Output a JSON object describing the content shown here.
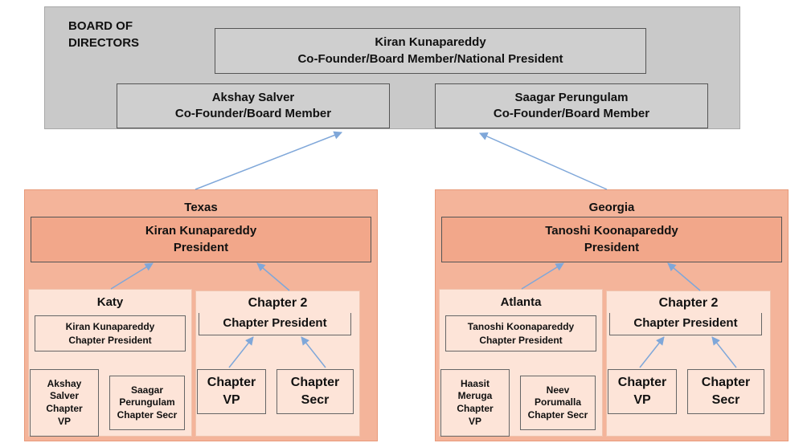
{
  "board": {
    "label_line1": "BOARD OF",
    "label_line2": "DIRECTORS",
    "president": {
      "name": "Kiran Kunapareddy",
      "title": "Co-Founder/Board Member/National President"
    },
    "member_left": {
      "name": "Akshay Salver",
      "title": "Co-Founder/Board Member"
    },
    "member_right": {
      "name": "Saagar Perungulam",
      "title": "Co-Founder/Board Member"
    }
  },
  "texas": {
    "state": "Texas",
    "president": {
      "name": "Kiran Kunapareddy",
      "title": "President"
    },
    "chapter1": {
      "name": "Katy",
      "president": {
        "name": "Kiran Kunapareddy",
        "title": "Chapter President"
      },
      "vp": [
        "Akshay",
        "Salver",
        "Chapter",
        "VP"
      ],
      "secr": [
        "Saagar",
        "Perungulam",
        "Chapter Secr"
      ]
    },
    "chapter2": {
      "name": "Chapter 2",
      "president": "Chapter President",
      "vp": [
        "Chapter",
        "VP"
      ],
      "secr": [
        "Chapter",
        "Secr"
      ]
    }
  },
  "georgia": {
    "state": "Georgia",
    "president": {
      "name": "Tanoshi Koonapareddy",
      "title": "President"
    },
    "chapter1": {
      "name": "Atlanta",
      "president": {
        "name": "Tanoshi Koonapareddy",
        "title": "Chapter President"
      },
      "vp": [
        "Haasit",
        "Meruga",
        "Chapter",
        "VP"
      ],
      "secr": [
        "Neev",
        "Porumalla",
        "Chapter Secr"
      ]
    },
    "chapter2": {
      "name": "Chapter 2",
      "president": "Chapter President",
      "vp": [
        "Chapter",
        "VP"
      ],
      "secr": [
        "Chapter",
        "Secr"
      ]
    }
  },
  "colors": {
    "board_bg": "#c9c9c9",
    "state_bg": "#f4b49a",
    "president_bg": "#f2a78a",
    "chapter_bg": "#fde4d8",
    "arrow": "#7fa7d9"
  }
}
